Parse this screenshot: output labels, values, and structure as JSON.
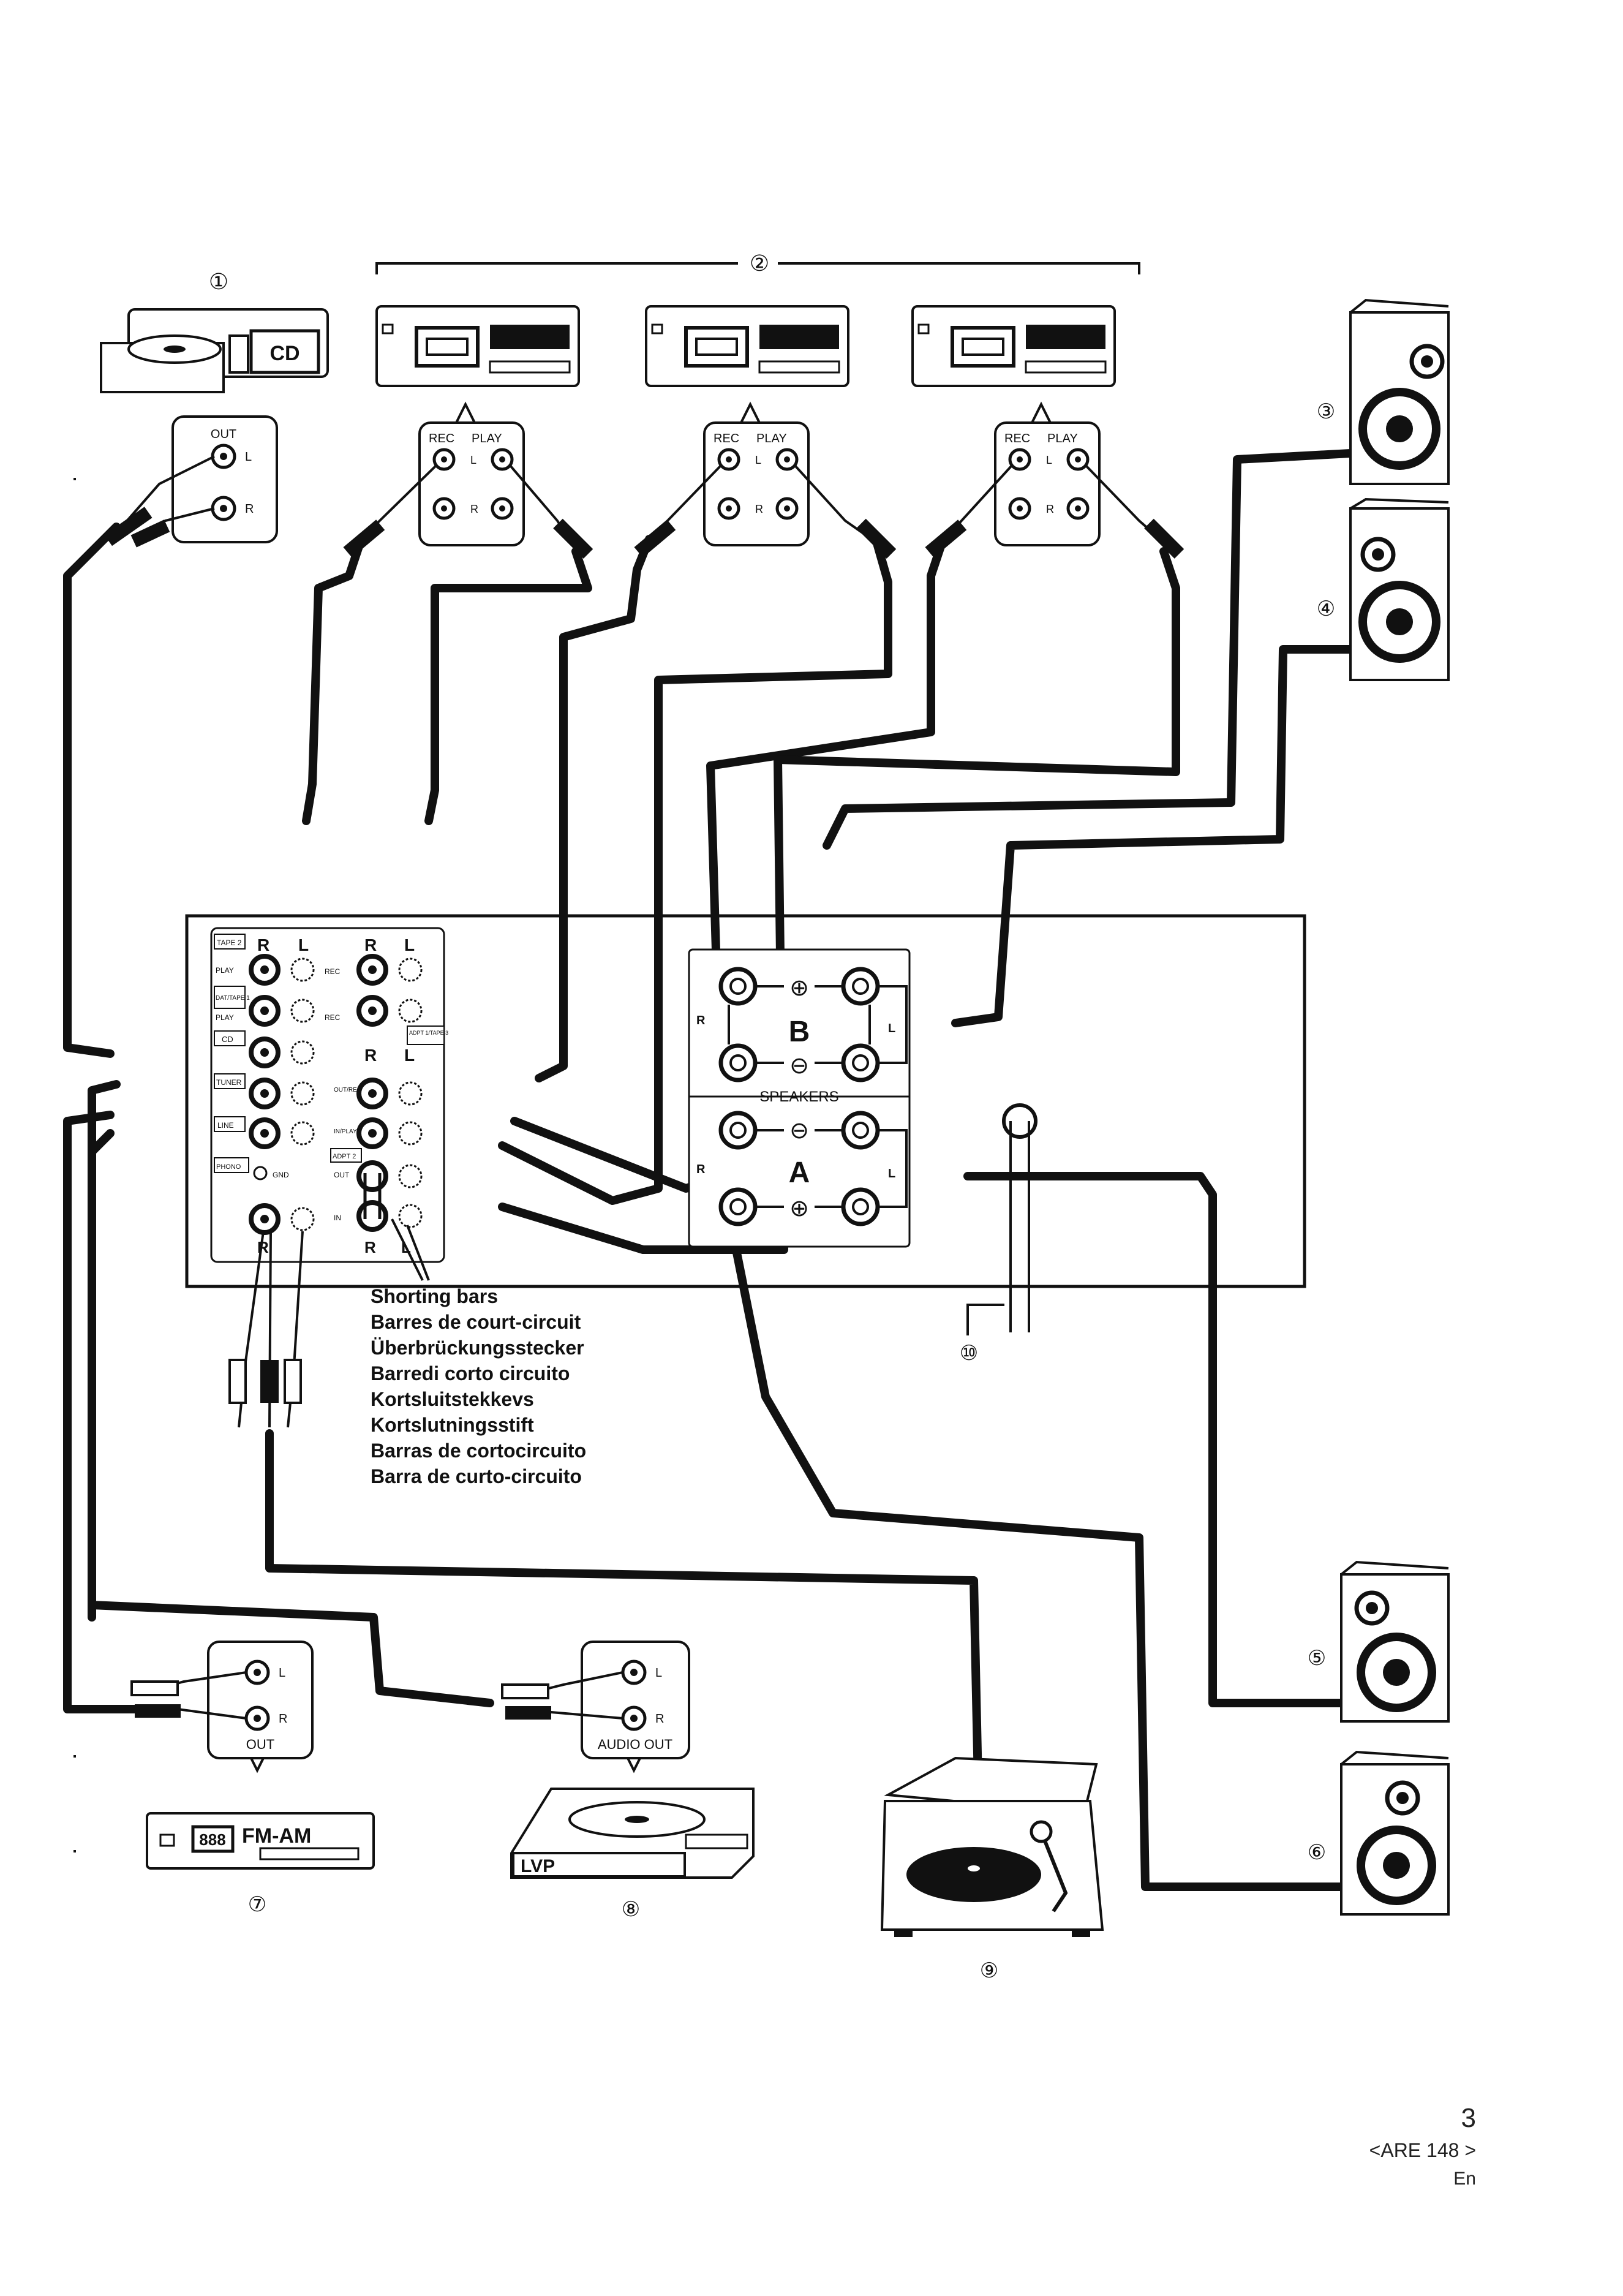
{
  "callouts": {
    "c1": "①",
    "c2": "②",
    "c3": "③",
    "c4": "④",
    "c5": "⑤",
    "c6": "⑥",
    "c7": "⑦",
    "c8": "⑧",
    "c9": "⑨",
    "c10": "⑩"
  },
  "cd_player": {
    "label": "CD",
    "jack_title": "OUT",
    "left": "L",
    "right": "R"
  },
  "tape_decks": [
    {
      "rec": "REC",
      "play": "PLAY",
      "left": "L",
      "right": "R"
    },
    {
      "rec": "REC",
      "play": "PLAY",
      "left": "L",
      "right": "R"
    },
    {
      "rec": "REC",
      "play": "PLAY",
      "left": "L",
      "right": "R"
    }
  ],
  "amp_rear": {
    "inputs": [
      "TAPE 2",
      "DAT/TAPE 1",
      "CD",
      "TUNER",
      "LINE",
      "PHONO"
    ],
    "tape_labels": {
      "play": "PLAY",
      "rec": "REC"
    },
    "adpt1": "ADPT 1/TAPE 3",
    "adpt2": "ADPT 2",
    "out_rec": "OUT/REC",
    "in_play": "IN/PLAY",
    "out": "OUT",
    "in": "IN",
    "gnd": "GND",
    "r": "R",
    "l": "L"
  },
  "speakers_panel": {
    "title": "SPEAKERS",
    "b": "B",
    "a": "A",
    "plus": "⊕",
    "minus": "⊖",
    "r": "R",
    "l": "L"
  },
  "shorting_bars": [
    "Shorting bars",
    "Barres de court-circuit",
    "Überbrückungsstecker",
    "Barredi corto circuito",
    "Kortsluitstekkevs",
    "Kortslutningsstift",
    "Barras de cortocircuito",
    "Barra de curto-circuito"
  ],
  "tuner": {
    "display": "FM-AM",
    "jack_title": "OUT",
    "left": "L",
    "right": "R"
  },
  "lvp": {
    "label": "LVP",
    "jack_title": "AUDIO OUT",
    "left": "L",
    "right": "R"
  },
  "footer": {
    "page": "3",
    "model": "<ARE 148 >",
    "lang": "En"
  }
}
